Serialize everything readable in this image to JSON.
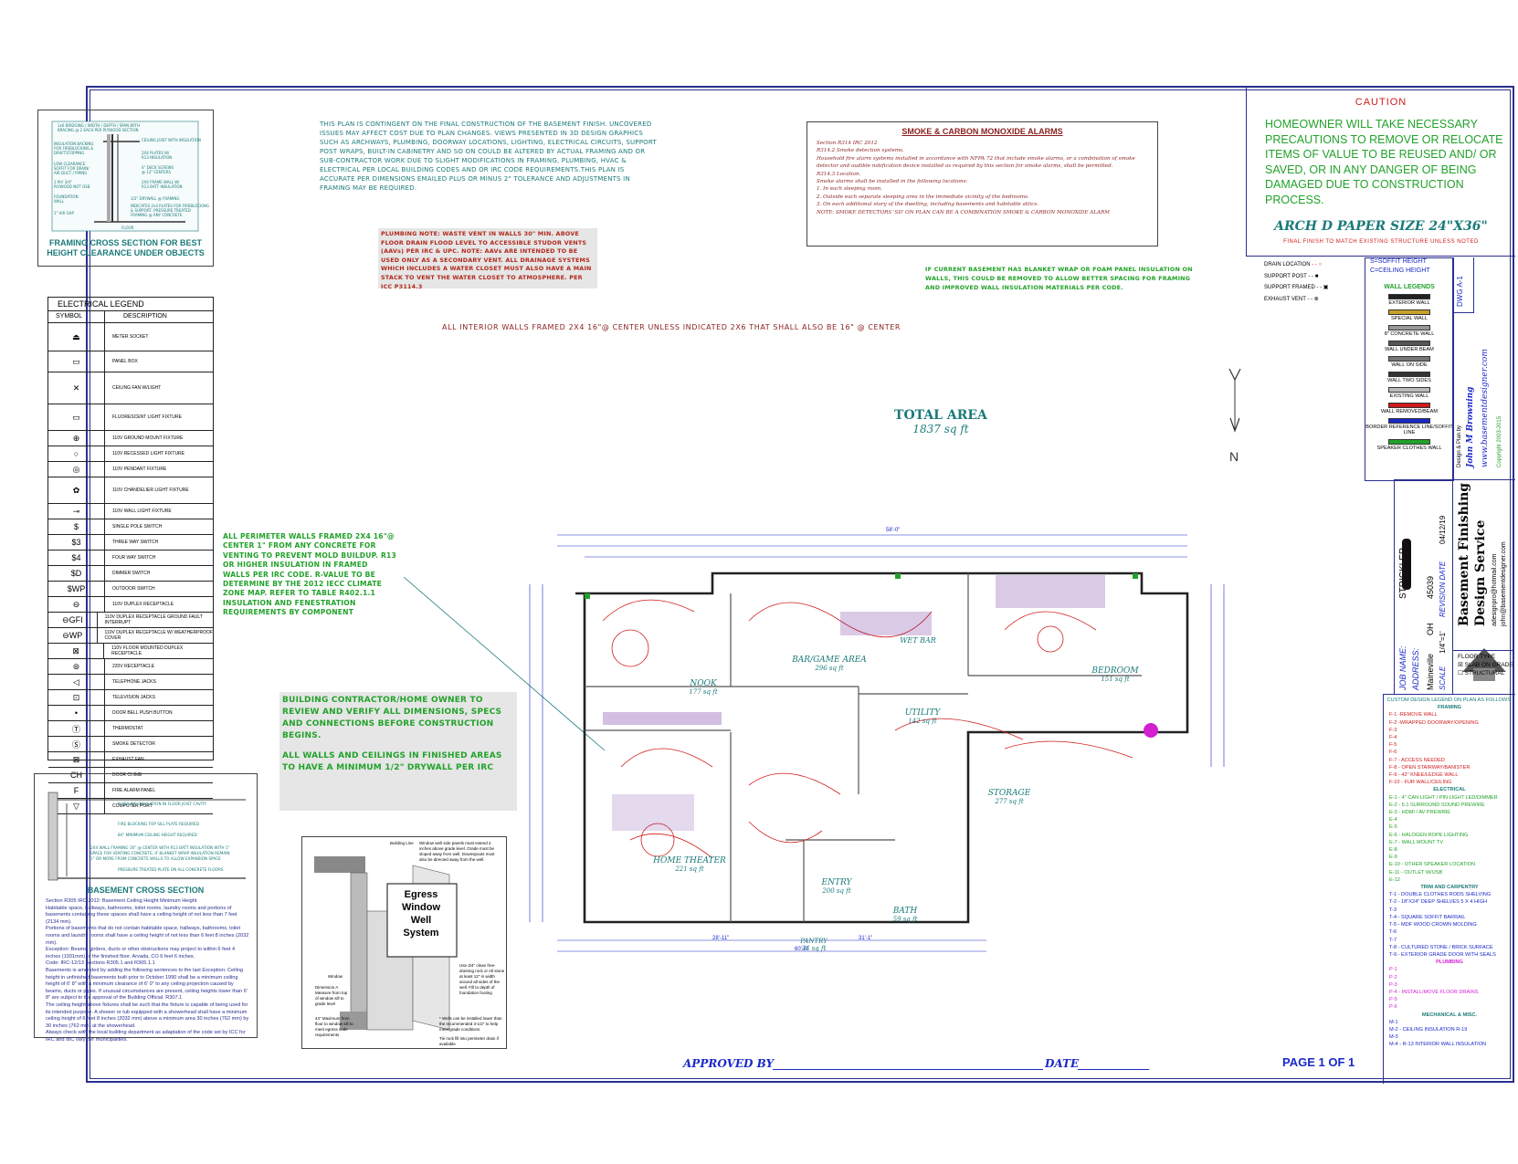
{
  "framing_section": {
    "caption_line1": "FRAMING CROSS SECTION FOR BEST",
    "caption_line2": "HEIGHT CLEARANCE UNDER OBJECTS"
  },
  "plan_note": "THIS PLAN IS CONTINGENT ON THE FINAL CONSTRUCTION OF THE BASEMENT FINISH. UNCOVERED ISSUES MAY AFFECT COST DUE TO PLAN CHANGES. VIEWS PRESENTED IN 3D DESIGN GRAPHICS SUCH AS ARCHWAYS, PLUMBING, DOORWAY LOCATIONS, LIGHTING, ELECTRICAL CIRCUITS, SUPPORT POST WRAPS, BUILT-IN CABINETRY AND SO ON COULD BE ALTERED BY ACTUAL FRAMING AND OR SUB-CONTRACTOR WORK DUE TO SLIGHT MODIFICATIONS IN FRAMING, PLUMBING, HVAC & ELECTRICAL PER LOCAL BUILDING CODES AND OR IRC CODE REQUIREMENTS.THIS PLAN IS ACCURATE PER DIMENSIONS EMAILED PLUS OR MINUS 2\" TOLERANCE AND ADJUSTMENTS IN FRAMING MAY BE REQUIRED.",
  "smoke_box": {
    "title": "SMOKE & CARBON MONOXIDE ALARMS",
    "body": "Section R314 IRC 2012\nR314.2 Smoke detection systems.\nHousehold fire alarm systems installed in accordance with NFPA 72 that include smoke alarms, or a combination of smoke detector and audible notification device installed as required by this section for smoke alarms, shall be permitted.\nR314.3 Location.\nSmoke alarms shall be installed in the following locations:\n1. In each sleeping room.\n2. Outside each separate sleeping area in the immediate vicinity of the bedrooms.\n3. On each additional story of the dwelling, including basements and habitable attics.\nNOTE: SMOKE DETECTORS 'SD' ON PLAN CAN BE A COMBINATION SMOKE & CARBON MONOXIDE ALARM"
  },
  "plumbing_note": "PLUMBING NOTE: WASTE VENT IN WALLS 30\" MIN. ABOVE FLOOR DRAIN FLOOD LEVEL TO ACCESSIBLE STUDOR VENTS (AAVs) PER IRC & UPC. NOTE: AAVs ARE INTENDED TO BE USED ONLY AS A SECONDARY VENT. ALL DRAINAGE SYSTEMS WHICH INCLUDES A WATER CLOSET MUST ALSO HAVE A MAIN STACK TO VENT THE WATER CLOSET TO ATMOSPHERE. PER ICC P3114.3",
  "insulation_note": "IF CURRENT BASEMENT HAS BLANKET WRAP OR FOAM PANEL INSULATION ON WALLS, THIS COULD BE REMOVED TO ALLOW BETTER SPACING FOR FRAMING AND IMPROVED WALL INSULATION MATERIALS PER CODE.",
  "interior_walls_note": "ALL INTERIOR WALLS FRAMED 2X4 16\"@ CENTER UNLESS INDICATED 2X6 THAT SHALL ALSO BE 16\" @ CENTER",
  "total_area": {
    "label": "TOTAL AREA",
    "value": "1837 sq ft"
  },
  "perimeter_note": "ALL PERIMETER WALLS FRAMED 2X4 16\"@ CENTER 1\" FROM ANY CONCRETE FOR VENTING TO PREVENT MOLD BUILDUP. R13 OR HIGHER INSULATION IN FRAMED WALLS PER IRC CODE. R-VALUE TO BE DETERMINE BY THE 2012 IECC CLIMATE ZONE MAP. REFER TO TABLE R402.1.1 INSULATION AND FENESTRATION REQUIREMENTS BY COMPONENT",
  "contractor_note": "BUILDING CONTRACTOR/HOME OWNER TO REVIEW AND VERIFY ALL DIMENSIONS, SPECS AND CONNECTIONS BEFORE CONSTRUCTION BEGINS.",
  "drywall_note": "ALL WALLS AND CEILINGS IN FINISHED AREAS TO HAVE A MINIMUM 1/2\" DRYWALL PER IRC",
  "electrical_legend": {
    "title": "ELECTRICAL LEGEND",
    "col_symbol": "SYMBOL",
    "col_desc": "DESCRIPTION",
    "rows": [
      "METER SOCKET",
      "PANEL BOX",
      "CEILING FAN W/LIGHT",
      "FLUORESCENT LIGHT FIXTURE",
      "110V GROUND MOUNT FIXTURE",
      "110V RECESSED LIGHT FIXTURE",
      "110V PENDANT FIXTURE",
      "110V CHANDELIER LIGHT FIXTURE",
      "110V WALL LIGHT FIXTURE",
      "SINGLE POLE SWITCH",
      "THREE WAY SWITCH",
      "FOUR WAY SWITCH",
      "DIMMER SWITCH",
      "OUTDOOR SWITCH",
      "110V DUPLEX RECEPTACLE",
      "110V DUPLEX RECEPTACLE GROUND FAULT INTERRUPT",
      "110V DUPLEX RECEPTACLE W/ WEATHERPROOF COVER",
      "110V FLOOR MOUNTED DUPLEX RECEPTACLE",
      "220V RECEPTACLE",
      "TELEPHONE JACKS",
      "TELEVISION JACKS",
      "DOOR BELL PUSH BUTTON",
      "THERMOSTAT",
      "SMOKE DETECTOR",
      "EXHAUST FAN",
      "DOOR CHIME",
      "FIRE ALARM PANEL",
      "COMPUTER PORT"
    ],
    "symbols": [
      "⏏",
      "▭",
      "✕",
      "▭",
      "⊕",
      "○",
      "◎",
      "✿",
      "⊸",
      "$",
      "$3",
      "$4",
      "$D",
      "$WP",
      "⊖",
      "⊖GFI",
      "⊖WP",
      "⊠",
      "⊜",
      "◁",
      "⊡",
      "•",
      "Ⓣ",
      "Ⓢ",
      "⊠",
      "CH",
      "F",
      "▽"
    ]
  },
  "basement_cross": {
    "title": "BASEMENT CROSS SECTION",
    "body": "Section R305 IRC 2012: Basement Ceiling Height Minimum Height\nHabitable space, hallways, bathrooms, toilet rooms, laundry rooms and portions of basements containing these spaces shall have a ceiling height of not less than 7 feet (2134 mm).\nPortions of basements that do not contain habitable space, hallways, bathrooms, toilet rooms and laundry rooms shall have a ceiling height of not less than 6 feet 8 inches (2032 mm).\nException: Beams, girders, ducts or other obstructions may project to within 6 feet 4 inches (1931mm) of the finished floor. Arvada, CO 6 feet 6 inches.\nCode: IRC-12/13 Sections R305.1 and R305.1.1\nBasements is amended by adding the following sentences to the last Exception: Ceiling height in unfinished basements built prior to October 1990 shall be a minimum ceiling height of 6' 8\" with a minimum clearance of 6' 0\" to any ceiling projection caused by beams, ducts or pipes. If unusual circumstances are present, ceiling heights lower than 6' 8\" are subject to the approval of the Building Official. R307.1\nThe ceiling height above fixtures shall be such that the fixture is capable of being used for its intended purpose. A shower or tub equipped with a showerhead shall have a minimum ceiling height of 6 feet 8 inches (2032 mm) above a minimum area 30 inches (762 mm) by 30 inches (762 mm) at the showerhead.\nAlways check with the local building department as adaptation of the code set by ICC for IRC and IBC vary per municipalities."
  },
  "egress": {
    "title_line1": "Egress",
    "title_line2": "Window",
    "title_line3": "Well",
    "title_line4": "System",
    "labels": [
      "Building Line",
      "Window well side panels must extend 4 inches above grade level. Grade must be sloped away from well. Downspouts must also be directed away from the well.",
      "Window",
      "Dimension A Measure from top of window sill to grade level",
      "44\" Maximum from floor to window sill to meet egress code requirements",
      "Use 3/4\" clean free-draining rock or All stone at least 12\" in width around all sides of the well. Fill to depth of foundation footing",
      "* Wells can be installed lower than the recommended 3-1/2\" to help meet grade conditions",
      "Tie rock fill into perimeter drain if available"
    ]
  },
  "caution": {
    "title": "CAUTION",
    "body": "HOMEOWNER WILL TAKE NECESSARY PRECAUTIONS TO REMOVE OR RELOCATE ITEMS OF VALUE TO BE REUSED AND/ OR SAVED, OR IN ANY DANGER OF BEING DAMAGED DUE TO CONSTRUCTION PROCESS.",
    "paper": "ARCH D PAPER SIZE 24\"X36\"",
    "finish": "FINAL FINISH TO MATCH EXISTING STRUCTURE UNLESS NOTED"
  },
  "symbol_key": {
    "items": [
      "DRAIN LOCATION",
      "SUPPORT POST",
      "SUPPORT FRAMED",
      "EXHAUST VENT"
    ],
    "soffit": "S=SOFFIT HEIGHT",
    "ceiling": "C=CEILING HEIGHT"
  },
  "wall_legends": {
    "title": "WALL LEGENDS",
    "items": [
      "EXTERIOR WALL",
      "SPECIAL WALL",
      "8\" CONCRETE WALL",
      "WALL UNDER BEAM",
      "WALL ON SIDE",
      "WALL TWO SIDES",
      "EXISTING WALL",
      "WALL REMOVED/BEAM",
      "BORDER REFERENCE LINE/SOFFIT LINE",
      "SPEAKER CLOTHES WALL"
    ]
  },
  "title_block": {
    "dwg_label": "DWG",
    "dwg_no": "A-1",
    "design_by": "Design & Plan by",
    "designer": "John M Browning",
    "site": "www.basementdesigner.com",
    "copyright": "Copyright 2003-2015",
    "company_line1": "Basement Finishing",
    "company_line2": "Design Service",
    "email1": "adesignpro@hotmail.com",
    "email2": "john@basementdesigner.com",
    "job_label": "JOB NAME:",
    "job_name": "STRICKLER",
    "address_label": "ADDRESS:",
    "city": "Maineville",
    "state": "OH",
    "zip": "45039",
    "revision_label": "REVISION DATE",
    "revision_date": "04/12/19",
    "scale_label": "SCALE",
    "scale": "1/4\"=1'"
  },
  "floor_type": {
    "title": "FLOOR TYPE",
    "slab": "SLAB ON GRADE",
    "structural": "STRUCTURAL"
  },
  "custom_legend": {
    "title": "CUSTOM DESIGN LEGEND ON PLAN AS FOLLOWS:",
    "framing_title": "FRAMING",
    "framing": [
      "F-1 -REMOVE WALL",
      "F-2 -WRAPPED DOORWAY/OPENING",
      "F-3",
      "F-4",
      "F-5",
      "F-6",
      "F-7 - ACCESS NEEDED",
      "F-8 - OPEN STAIRWAY/BANISTER",
      "F-9 - 42\" KNEE/LEDGE WALL",
      "F-10 - FUR WALL/CEILING"
    ],
    "electrical_title": "ELECTRICAL",
    "electrical": [
      "E-1 - 4\" CAN LIGHT / PIN LIGHT LED/DIMMER",
      "E-2 - 5.1 SURROUND SOUND PREWIRE",
      "E-3 - HDMI / AV PREWIRE",
      "E-4",
      "E-5",
      "E-6 - HALOGEN ROPE LIGHTING",
      "E-7 - WALL MOUNT TV",
      "E-8",
      "E-9",
      "E-10 - OTHER SPEAKER LOCATION",
      "E-11 - OUTLET W/USB",
      "E-12"
    ],
    "trim_title": "TRIM AND CARPENTRY",
    "trim": [
      "T-1 - DOUBLE CLOTHES RODS SHELVING",
      "T-2 - 18\"X24\" DEEP SHELVES 5 X 4 HIGH",
      "T-3",
      "T-4 - SQUARE SOFFIT BARRAIL",
      "T-5 - MDF WOOD CROWN MOLDING",
      "T-6",
      "T-7",
      "T-8 - CULTURED STONE / BRICK SURFACE",
      "T-9 - EXTERIOR GRADE DOOR WITH SEALS"
    ],
    "plumbing_title": "PLUMBING",
    "plumbing": [
      "P-1",
      "P-2",
      "P-3",
      "P-4 - INSTALL/MOVE FLOOR DRAINS",
      "P-5",
      "P-6"
    ],
    "mech_title": "MECHANICAL & MISC.",
    "mech": [
      "M-1",
      "M-2 - CEILING INSULATION R-19",
      "M-3",
      "M-4 - R-13 INTERIOR WALL INSULATION"
    ]
  },
  "rooms": [
    {
      "name": "NOOK",
      "area": "177 sq ft"
    },
    {
      "name": "BAR/GAME AREA",
      "area": "296 sq ft"
    },
    {
      "name": "WET BAR",
      "area": ""
    },
    {
      "name": "BEDROOM",
      "area": "151 sq ft"
    },
    {
      "name": "UTILITY",
      "area": "142 sq ft"
    },
    {
      "name": "STORAGE",
      "area": "277 sq ft"
    },
    {
      "name": "HOME THEATER",
      "area": "221 sq ft"
    },
    {
      "name": "ENTRY",
      "area": "200 sq ft"
    },
    {
      "name": "BATH",
      "area": "59 sq ft"
    },
    {
      "name": "PANTRY",
      "area": "34 sq ft"
    }
  ],
  "dimensions": {
    "overall_top": "58'-0\"",
    "overall_bottom": "60'-0\"",
    "bottom_left": "28'-11\"",
    "bottom_right": "31'-1\""
  },
  "north": "N",
  "footer": {
    "approved": "APPROVED  BY",
    "date": "DATE",
    "page": "PAGE 1 OF 1"
  },
  "colors": {
    "frame": "#2a2f8f",
    "teal": "#1b7a7a",
    "red": "#d11a1a",
    "green": "#22a22a",
    "blue": "#1a28c8",
    "magenta": "#d21fd2",
    "brown": "#8b1e1e"
  }
}
